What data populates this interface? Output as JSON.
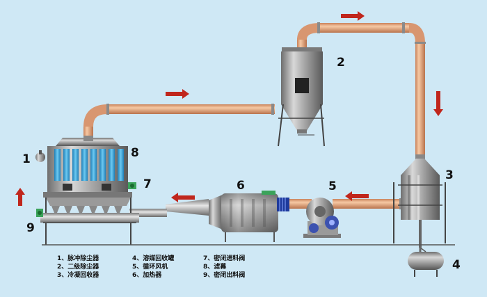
{
  "components": {
    "n1": "1",
    "n2": "2",
    "n3": "3",
    "n4": "4",
    "n5": "5",
    "n6": "6",
    "n7": "7",
    "n8": "8",
    "n9": "9"
  },
  "legend": [
    "1、脉冲除尘器",
    "2、二级除尘器",
    "3、冷凝回收器",
    "4、溶媒回收罐",
    "5、循环风机",
    "6、加热器",
    "7、密闭进料阀",
    "8、滤幕",
    "9、密闭出料阀"
  ],
  "colors": {
    "background": "#cfe8f5",
    "pipe": "#e8a878",
    "vessel": "#9a9a9a",
    "arrow": "#c0261c",
    "window": "#3aa6d8"
  }
}
